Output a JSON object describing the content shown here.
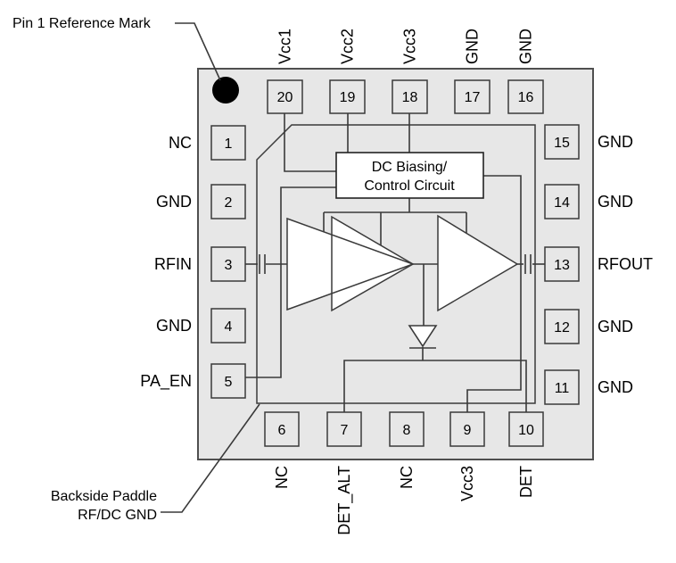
{
  "figure": {
    "pin1_callout": "Pin 1 Reference Mark",
    "paddle_callout_line1": "Backside Paddle",
    "paddle_callout_line2": "RF/DC GND",
    "block_line1": "DC Biasing/",
    "block_line2": "Control Circuit"
  },
  "pins": {
    "top": [
      {
        "num": "20",
        "label": "Vcc1"
      },
      {
        "num": "19",
        "label": "Vcc2"
      },
      {
        "num": "18",
        "label": "Vcc3"
      },
      {
        "num": "17",
        "label": "GND"
      },
      {
        "num": "16",
        "label": "GND"
      }
    ],
    "left": [
      {
        "num": "1",
        "label": "NC"
      },
      {
        "num": "2",
        "label": "GND"
      },
      {
        "num": "3",
        "label": "RFIN"
      },
      {
        "num": "4",
        "label": "GND"
      },
      {
        "num": "5",
        "label": "PA_EN"
      }
    ],
    "right": [
      {
        "num": "15",
        "label": "GND"
      },
      {
        "num": "14",
        "label": "GND"
      },
      {
        "num": "13",
        "label": "RFOUT"
      },
      {
        "num": "12",
        "label": "GND"
      },
      {
        "num": "11",
        "label": "GND"
      }
    ],
    "bottom": [
      {
        "num": "6",
        "label": "NC"
      },
      {
        "num": "7",
        "label": "DET_ALT"
      },
      {
        "num": "8",
        "label": "NC"
      },
      {
        "num": "9",
        "label": "Vcc3"
      },
      {
        "num": "10",
        "label": "DET"
      }
    ]
  },
  "colors": {
    "chip_fill": "#e7e7e7",
    "chip_border": "#4f4f4f",
    "line": "#3a3a3a",
    "block_fill": "#ffffff",
    "text": "#000000"
  }
}
